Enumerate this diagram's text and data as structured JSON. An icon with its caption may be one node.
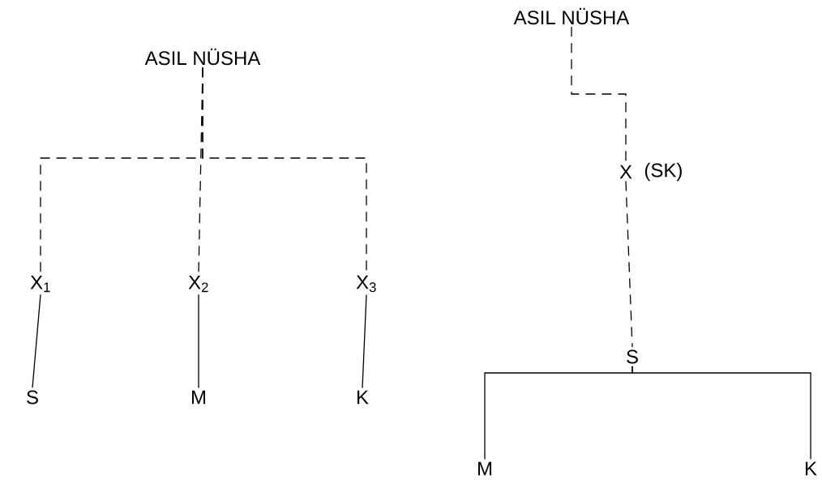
{
  "diagram": {
    "nodes": [
      {
        "text": [
          "ASIL NÜSHA"
        ]
      },
      {
        "text": [
          "X$_{1}$"
        ]
      },
      {
        "text": [
          "X$_{2}$"
        ]
      },
      {
        "text": [
          "X$_{3}$"
        ]
      },
      {
        "text": [
          "S"
        ]
      },
      {
        "text": [
          "M"
        ]
      },
      {
        "text": [
          "K"
        ]
      },
      {
        "text": [
          "ASIL NÜSHA"
        ]
      },
      {
        "text": [
          "X"
        ],
        "beside": [
          "(SK)"
        ]
      },
      {
        "text": [
          "S"
        ]
      },
      {
        "text": [
          "M"
        ]
      },
      {
        "text": [
          "K"
        ]
      }
    ],
    "edges": [
      {
        "from": 0,
        "to": 1,
        "arrow": "none",
        "style": "dashed"
      },
      {
        "from": 0,
        "to": 2,
        "arrow": "none",
        "style": "dashed"
      },
      {
        "from": 0,
        "to": 3,
        "arrow": "none",
        "style": "dashed"
      },
      {
        "from": 1,
        "to": 4,
        "arrow": "none"
      },
      {
        "from": 2,
        "to": 5,
        "arrow": "none"
      },
      {
        "from": 3,
        "to": 6,
        "arrow": "none"
      },
      {
        "from": 7,
        "to": 8,
        "arrow": "none",
        "style": "dashed"
      },
      {
        "from": 8,
        "to": 9,
        "arrow": "none",
        "style": "dashed"
      },
      {
        "from": 9,
        "to": 10,
        "arrow": "none"
      },
      {
        "from": 9,
        "to": 11,
        "arrow": "none"
      }
    ]
  }
}
